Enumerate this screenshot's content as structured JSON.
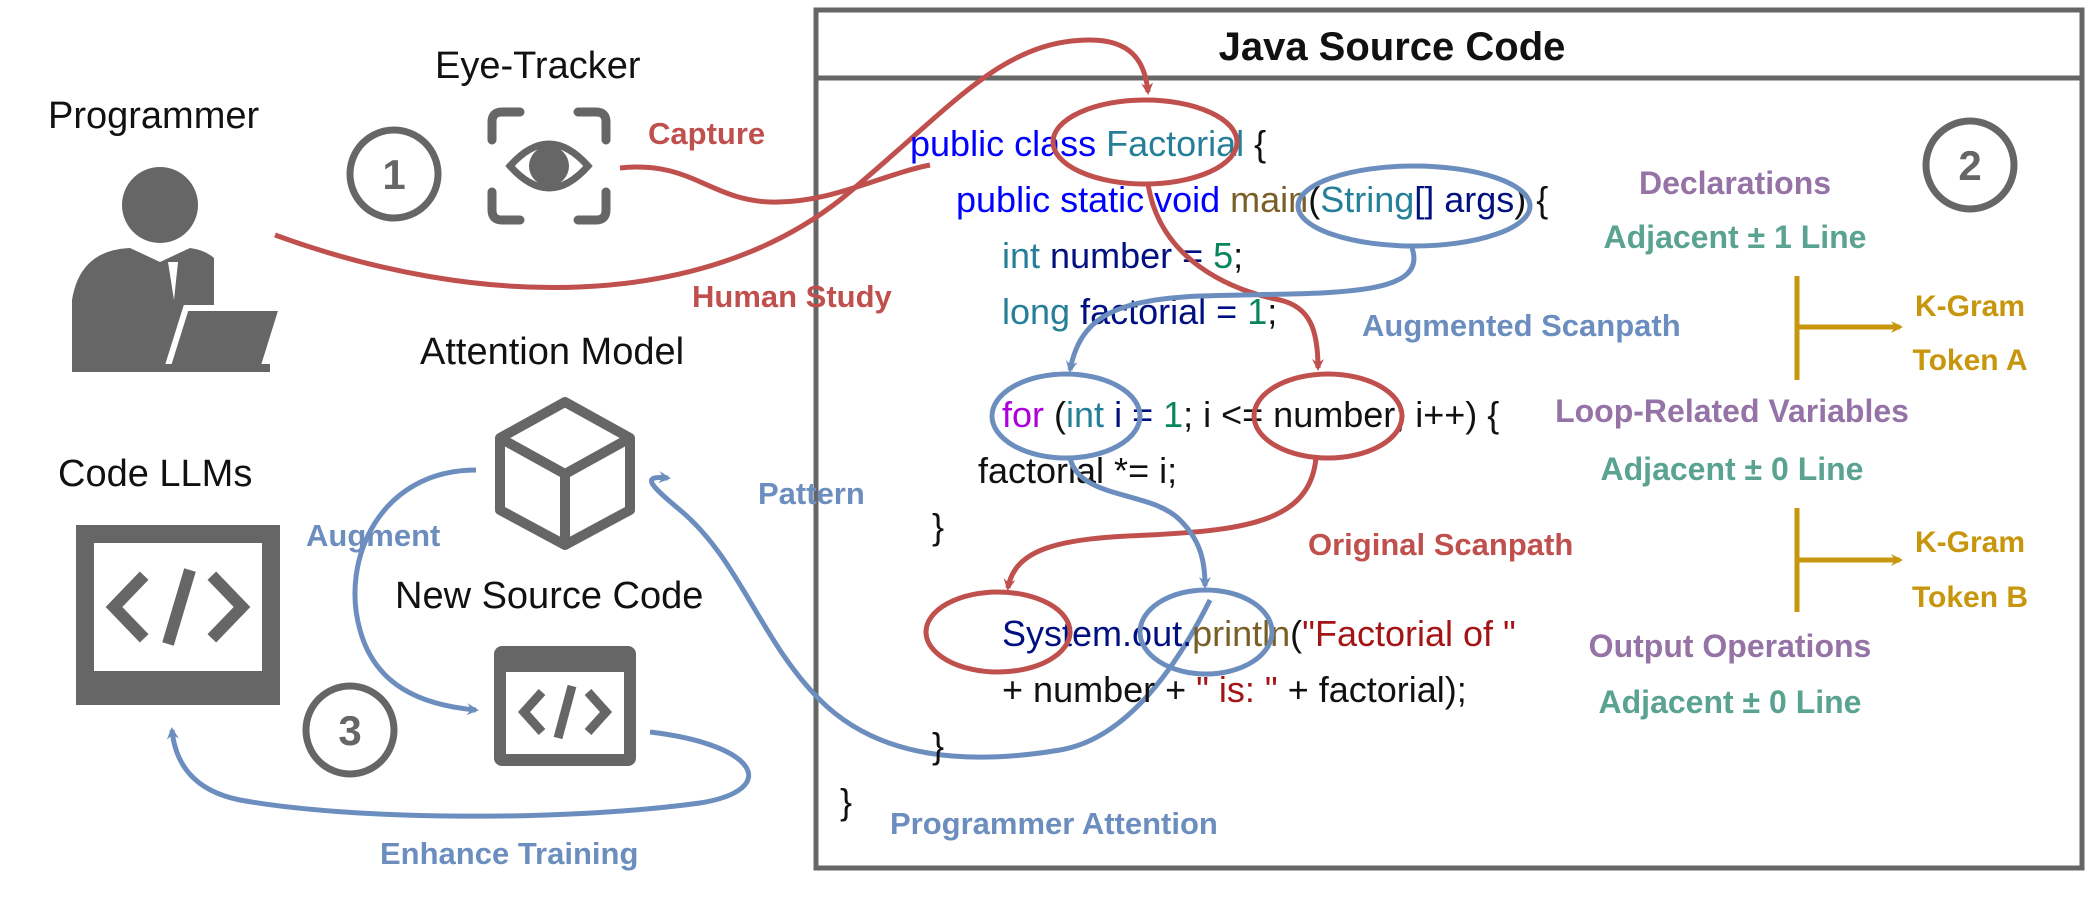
{
  "actors": {
    "programmer": "Programmer",
    "eye_tracker": "Eye-Tracker",
    "attention_model": "Attention Model",
    "code_llms": "Code LLMs",
    "new_source_code": "New Source Code"
  },
  "steps": {
    "one": "1",
    "two": "2",
    "three": "3"
  },
  "edge_labels": {
    "capture": "Capture",
    "human_study": "Human Study",
    "pattern": "Pattern",
    "augment": "Augment",
    "enhance_training": "Enhance Training",
    "augmented_scanpath": "Augmented Scanpath",
    "original_scanpath": "Original Scanpath",
    "programmer_attention": "Programmer Attention"
  },
  "code_panel": {
    "title": "Java Source Code",
    "tokens": {
      "public_class": "public class ",
      "factorial_class": "Factorial",
      "brace_open_1": " {",
      "public_static": "public static ",
      "void": "void ",
      "main": "main",
      "paren_open": "(",
      "string_type": "String",
      "args": "[] args",
      "paren_close_brace": ") {",
      "int_kw": "int ",
      "number_decl": "number = ",
      "five": "5",
      "semicolon": ";",
      "long_kw": "long ",
      "factorial_decl": "factorial = ",
      "one": "1",
      "semicolon2": ";",
      "for_kw": "for",
      "for_open": " (",
      "int_kw2": "int",
      "i_assign": " i = ",
      "one2": "1",
      "loop_cond": "; i <= number; i++) {",
      "loop_body": "factorial *= i;",
      "close_brace_1": "}",
      "system": "System",
      "dot_out": ".out.",
      "println": "println",
      "paren_open2": "(",
      "string_lit": "\"Factorial of \"",
      "concat_1": "+ number + ",
      "string_lit2": "\" is: \"",
      "concat_2": " + factorial);",
      "close_brace_2": "}",
      "close_brace_3": "}"
    }
  },
  "annotations": {
    "declarations": "Declarations",
    "adjacent_1": "Adjacent ± 1 Line",
    "loop_vars": "Loop-Related Variables",
    "adjacent_0a": "Adjacent ± 0 Line",
    "output_ops": "Output Operations",
    "adjacent_0b": "Adjacent ± 0 Line",
    "kgram": "K-Gram",
    "token_a": "Token A",
    "kgram_b": "K-Gram",
    "token_b": "Token B"
  },
  "colors": {
    "red": "#c0504d",
    "blue": "#6c8ebf",
    "purple": "#9673a6",
    "green": "#5aa391",
    "gold": "#c8960c",
    "gray_icon": "#666666",
    "code_blue": "#0000ff",
    "code_teal": "#267f99",
    "code_navy": "#001080",
    "code_brown": "#795e26",
    "code_magenta": "#af00db",
    "code_green": "#098658",
    "code_string": "#a31515"
  }
}
